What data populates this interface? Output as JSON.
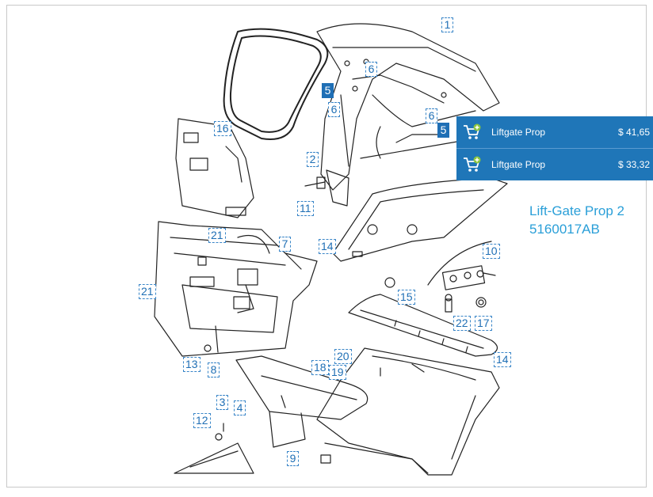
{
  "callouts": [
    {
      "id": "c1",
      "label": "1",
      "active": false
    },
    {
      "id": "c2",
      "label": "2",
      "active": false
    },
    {
      "id": "c3",
      "label": "3",
      "active": false
    },
    {
      "id": "c4",
      "label": "4",
      "active": false
    },
    {
      "id": "c5a",
      "label": "5",
      "active": true
    },
    {
      "id": "c5b",
      "label": "5",
      "active": true
    },
    {
      "id": "c6a",
      "label": "6",
      "active": false
    },
    {
      "id": "c6b",
      "label": "6",
      "active": false
    },
    {
      "id": "c6c",
      "label": "6",
      "active": false
    },
    {
      "id": "c7",
      "label": "7",
      "active": false
    },
    {
      "id": "c8",
      "label": "8",
      "active": false
    },
    {
      "id": "c9",
      "label": "9",
      "active": false
    },
    {
      "id": "c10",
      "label": "10",
      "active": false
    },
    {
      "id": "c11",
      "label": "11",
      "active": false
    },
    {
      "id": "c12",
      "label": "12",
      "active": false
    },
    {
      "id": "c13",
      "label": "13",
      "active": false
    },
    {
      "id": "c14a",
      "label": "14",
      "active": false
    },
    {
      "id": "c14b",
      "label": "14",
      "active": false
    },
    {
      "id": "c15",
      "label": "15",
      "active": false
    },
    {
      "id": "c16",
      "label": "16",
      "active": false
    },
    {
      "id": "c17",
      "label": "17",
      "active": false
    },
    {
      "id": "c18",
      "label": "18",
      "active": false
    },
    {
      "id": "c19",
      "label": "19",
      "active": false
    },
    {
      "id": "c20",
      "label": "20",
      "active": false
    },
    {
      "id": "c21a",
      "label": "21",
      "active": false
    },
    {
      "id": "c21b",
      "label": "21",
      "active": false
    },
    {
      "id": "c22",
      "label": "22",
      "active": false
    }
  ],
  "popup": {
    "items": [
      {
        "name": "Liftgate Prop",
        "price": "$ 41,65",
        "icon": "cart-add-icon"
      },
      {
        "name": "Liftgate Prop",
        "price": "$ 33,32",
        "icon": "cart-add-icon"
      }
    ]
  },
  "info": {
    "title": "Lift-Gate Prop 2",
    "part_number": "5160017AB"
  },
  "colors": {
    "accent": "#1f76b8",
    "callout_border": "#3a86c8",
    "info_text": "#2a9fd8"
  }
}
